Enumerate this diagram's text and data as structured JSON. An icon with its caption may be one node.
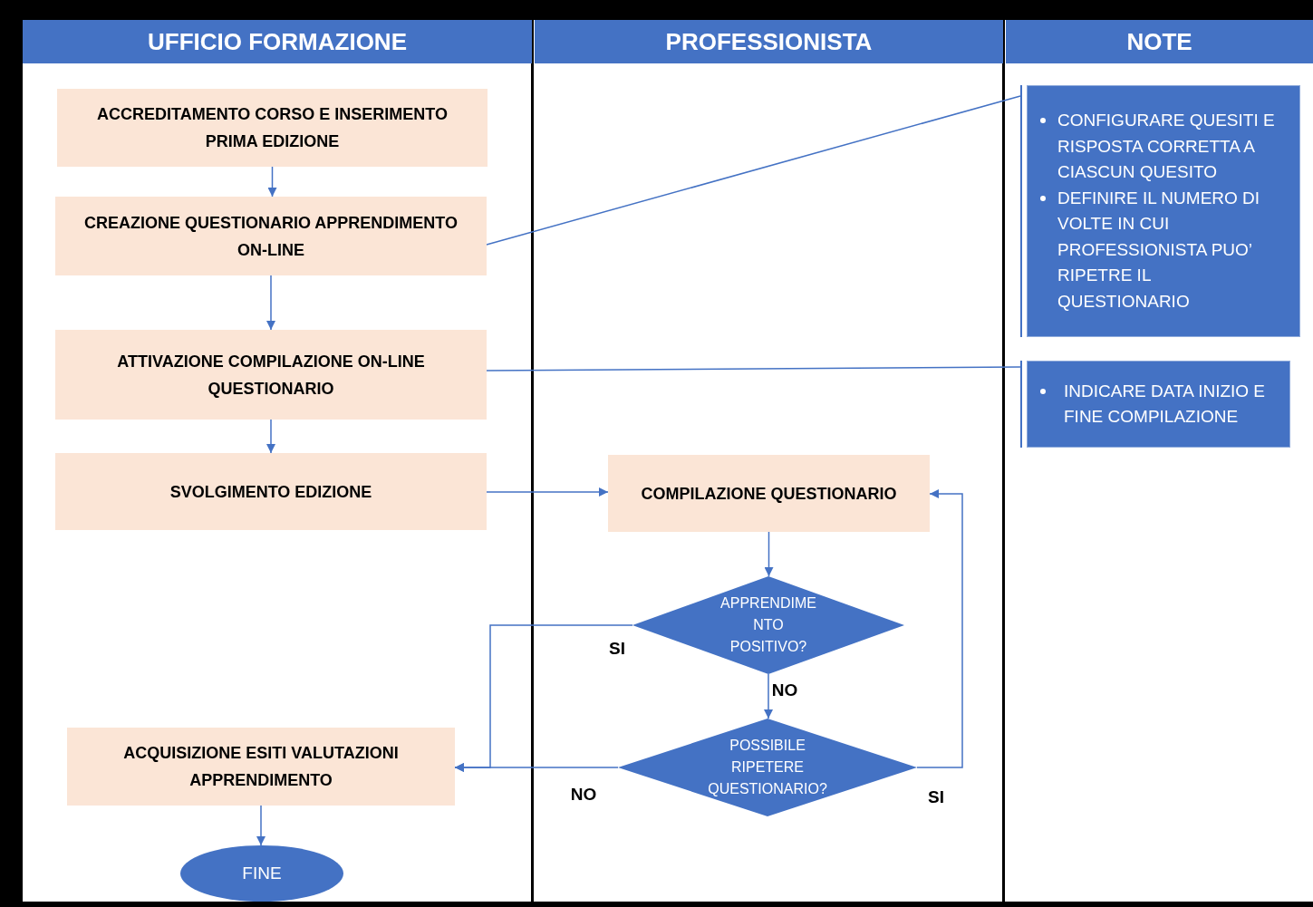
{
  "diagram": {
    "nodes": [
      {
        "text": [
          "UFFICIO FORMAZIONE"
        ]
      },
      {
        "text": [
          "PROFESSIONISTA"
        ]
      },
      {
        "text": [
          "NOTE"
        ]
      },
      {
        "text": [
          "ACCREDITAMENTO CORSO E INSERIMENTO PRIMA EDIZIONE"
        ]
      },
      {
        "text": [
          "CREAZIONE QUESTIONARIO APPRENDIMENTO ON-LINE"
        ]
      },
      {
        "text": [
          "ATTIVAZIONE COMPILAZIONE ON-LINE QUESTIONARIO"
        ]
      },
      {
        "text": [
          "SVOLGIMENTO EDIZIONE"
        ]
      },
      {
        "text": [
          "COMPILAZIONE QUESTIONARIO"
        ]
      },
      {
        "text": [
          "APPRENDIME NTO POSITIVO?"
        ]
      },
      {
        "text": [
          "POSSIBILE RIPETERE QUESTIONARIO?"
        ]
      },
      {
        "text": [
          "ACQUISIZIONE ESITI VALUTAZIONI APPRENDIMENTO"
        ]
      },
      {
        "text": [
          "FINE"
        ]
      },
      {
        "text": [
          "CONFIGURARE QUESITI E RISPOSTA CORRETTA A CIASCUN QUESITO",
          "DEFINIRE IL NUMERO DI VOLTE IN CUI PROFESSIONISTA PUO’ RIPETRE IL QUESTIONARIO"
        ]
      },
      {
        "text": [
          "INDICARE DATA INIZIO E FINE COMPILAZIONE"
        ]
      }
    ],
    "edges": [
      {
        "from": 3,
        "to": 4,
        "arrow": "to"
      },
      {
        "from": 4,
        "to": 5,
        "arrow": "to"
      },
      {
        "from": 5,
        "to": 6,
        "arrow": "to"
      },
      {
        "from": 6,
        "to": 7,
        "arrow": "to"
      },
      {
        "from": 7,
        "to": 8,
        "arrow": "to"
      },
      {
        "from": 8,
        "to": 10,
        "arrow": "to",
        "label": "SI"
      },
      {
        "from": 8,
        "to": 9,
        "arrow": "to",
        "label": "NO"
      },
      {
        "from": 9,
        "to": 10,
        "arrow": "to",
        "label": "NO"
      },
      {
        "from": 9,
        "to": 7,
        "arrow": "to",
        "label": "SI"
      },
      {
        "from": 10,
        "to": 11,
        "arrow": "to"
      },
      {
        "from": 4,
        "to": 12,
        "arrow": "none"
      },
      {
        "from": 5,
        "to": 13,
        "arrow": "none"
      }
    ]
  }
}
